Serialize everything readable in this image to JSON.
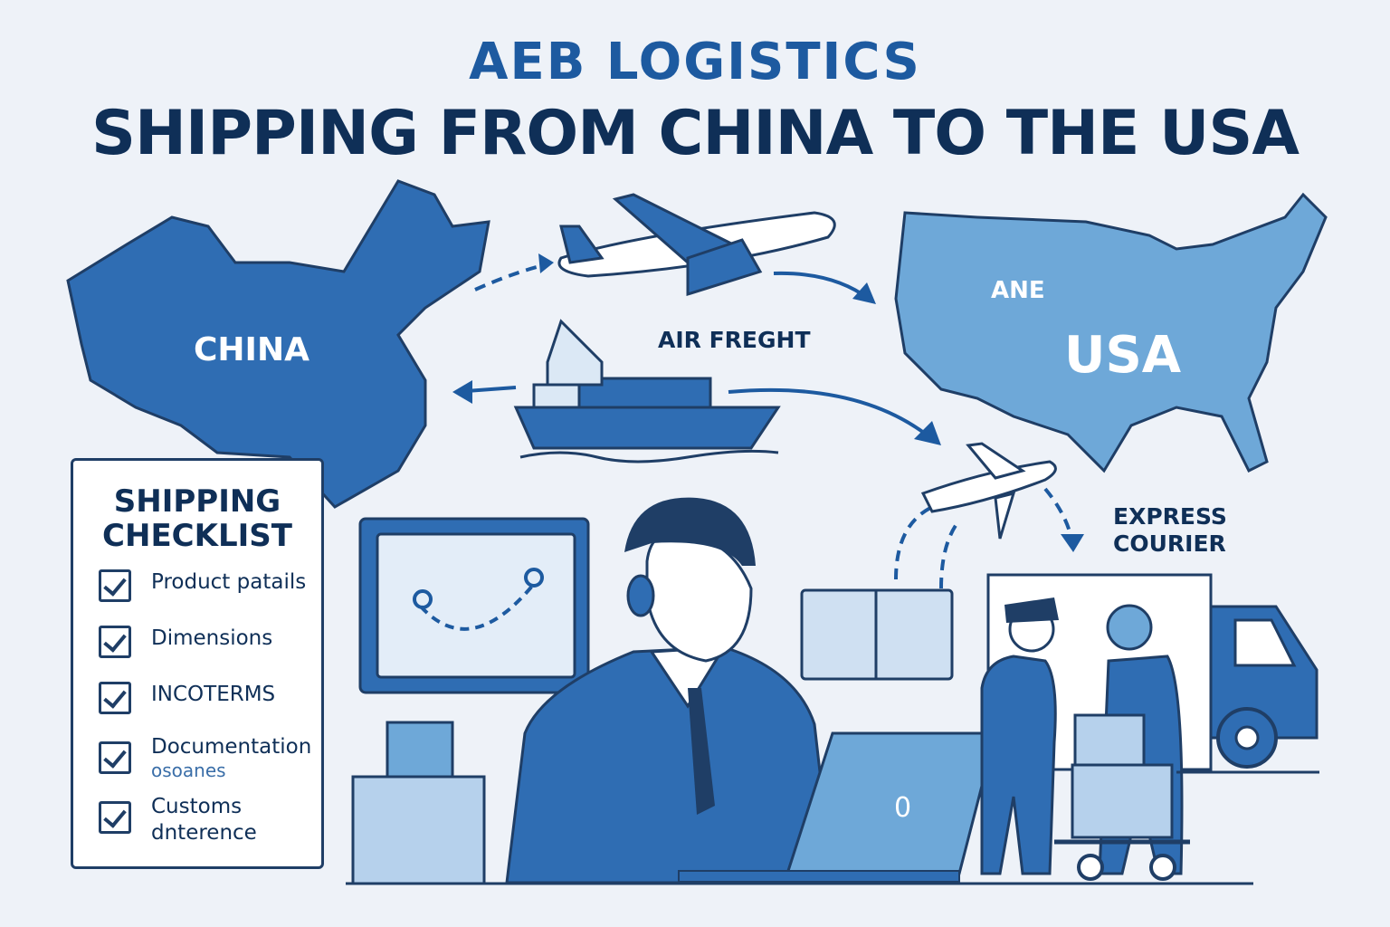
{
  "header": {
    "brand": "AEB LOGISTICS",
    "headline": "SHIPPING FROM CHINA TO THE USA"
  },
  "map": {
    "china_label": "CHINA",
    "usa_label": "USA",
    "usa_sublabel": "ANE",
    "air_freight_label": "AIR FREGHT",
    "express_courier_label": [
      "EXPRESS",
      "COURIER"
    ]
  },
  "checklist": {
    "title": "SHIPPING CHECKLIST",
    "items": [
      {
        "label": "Product patails",
        "sub": ""
      },
      {
        "label": "Dimensions",
        "sub": ""
      },
      {
        "label": "INCOTERMS",
        "sub": ""
      },
      {
        "label": "Documentation",
        "sub": "osoanes"
      },
      {
        "label": "Customs",
        "sub": "dnterence"
      }
    ]
  },
  "laptop": {
    "screen_glyph": "0"
  },
  "colors": {
    "dark": "#0f2f57",
    "brand": "#1d5aa0",
    "china": "#2f6db3",
    "usa": "#6ea8d8",
    "background": "#eef2f8"
  }
}
